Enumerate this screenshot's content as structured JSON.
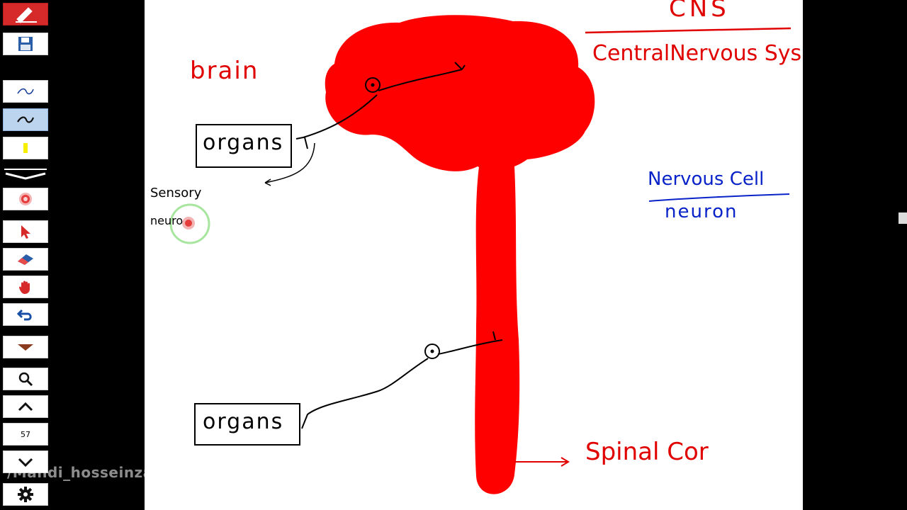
{
  "toolbar": {
    "page_number": "57"
  },
  "canvas": {
    "labels": {
      "cns": "CNS",
      "central_nervous": "CentralNervous Sys",
      "brain": "brain",
      "nervous_cell": "Nervous Cell",
      "neuron": "neuron",
      "organs_top": "organs",
      "organs_bottom": "organs",
      "sensory": "Sensory",
      "neuro": "neuro",
      "spinal_cord": "Spinal Cor"
    }
  },
  "watermark": "/Mahdi_hosseinzadeh",
  "colors": {
    "ink_red": "#e00000",
    "ink_blue": "#0a23c8",
    "ink_black": "#000000",
    "brain_fill": "#ff0000"
  },
  "icons": [
    "pen-icon",
    "save-icon",
    "pen-thin-icon",
    "pen-thick-icon",
    "highlighter-icon",
    "chevron-collapse-icon",
    "laser-pointer-icon",
    "pointer-arrow-icon",
    "eraser-icon",
    "hand-icon",
    "undo-icon",
    "page-down-icon",
    "zoom-icon",
    "page-up-icon",
    "page-next-icon",
    "settings-gear-icon"
  ]
}
